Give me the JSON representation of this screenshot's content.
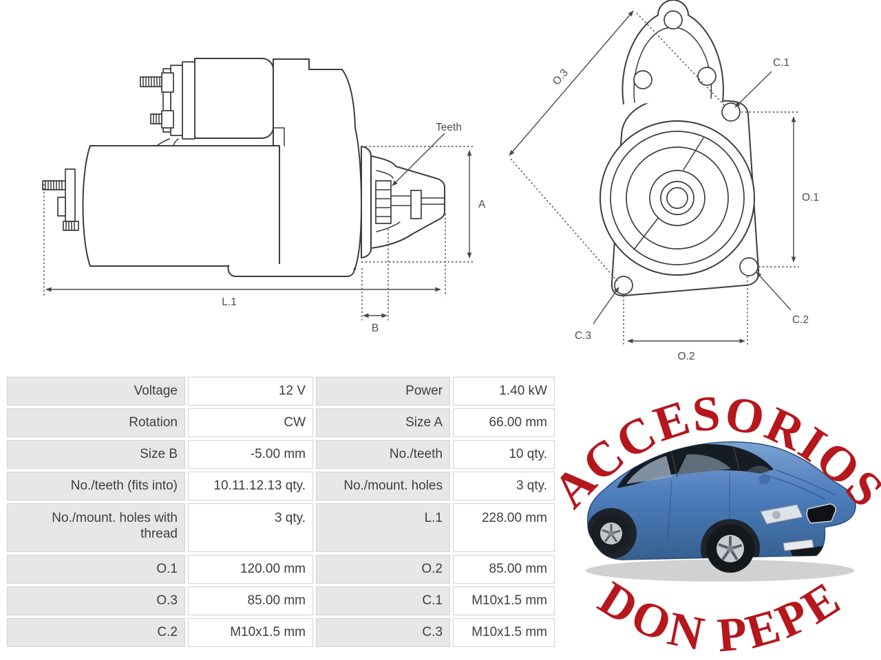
{
  "table": {
    "rows": [
      {
        "l1": "Voltage",
        "v1": "12 V",
        "l2": "Power",
        "v2": "1.40 kW"
      },
      {
        "l1": "Rotation",
        "v1": "CW",
        "l2": "Size A",
        "v2": "66.00 mm"
      },
      {
        "l1": "Size B",
        "v1": "-5.00 mm",
        "l2": "No./teeth",
        "v2": "10 qty."
      },
      {
        "l1": "No./teeth (fits into)",
        "v1": "10.11.12.13 qty.",
        "l2": "No./mount. holes",
        "v2": "3 qty."
      },
      {
        "l1": "No./mount. holes with thread",
        "v1": "3 qty.",
        "l2": "L.1",
        "v2": "228.00 mm"
      },
      {
        "l1": "O.1",
        "v1": "120.00 mm",
        "l2": "O.2",
        "v2": "85.00 mm"
      },
      {
        "l1": "O.3",
        "v1": "85.00 mm",
        "l2": "C.1",
        "v2": "M10x1.5 mm"
      },
      {
        "l1": "C.2",
        "v1": "M10x1.5 mm",
        "l2": "C.3",
        "v2": "M10x1.5 mm"
      }
    ]
  },
  "diagram": {
    "labels": {
      "teeth": "Teeth",
      "a": "A",
      "b": "B",
      "l1": "L.1",
      "o1": "O.1",
      "o2": "O.2",
      "o3": "O.3",
      "c1": "C.1",
      "c2": "C.2",
      "c3": "C.3"
    }
  },
  "logo": {
    "line1": "ACCESORIOS",
    "line2": "DON PEPE",
    "color": "#b5171c"
  },
  "colors": {
    "line": "#3c3c3c",
    "table_label_bg": "#e7e7e7",
    "table_text": "#3e3e3e",
    "car_blue": "#4d7dbd",
    "logo_red": "#b5171c"
  }
}
